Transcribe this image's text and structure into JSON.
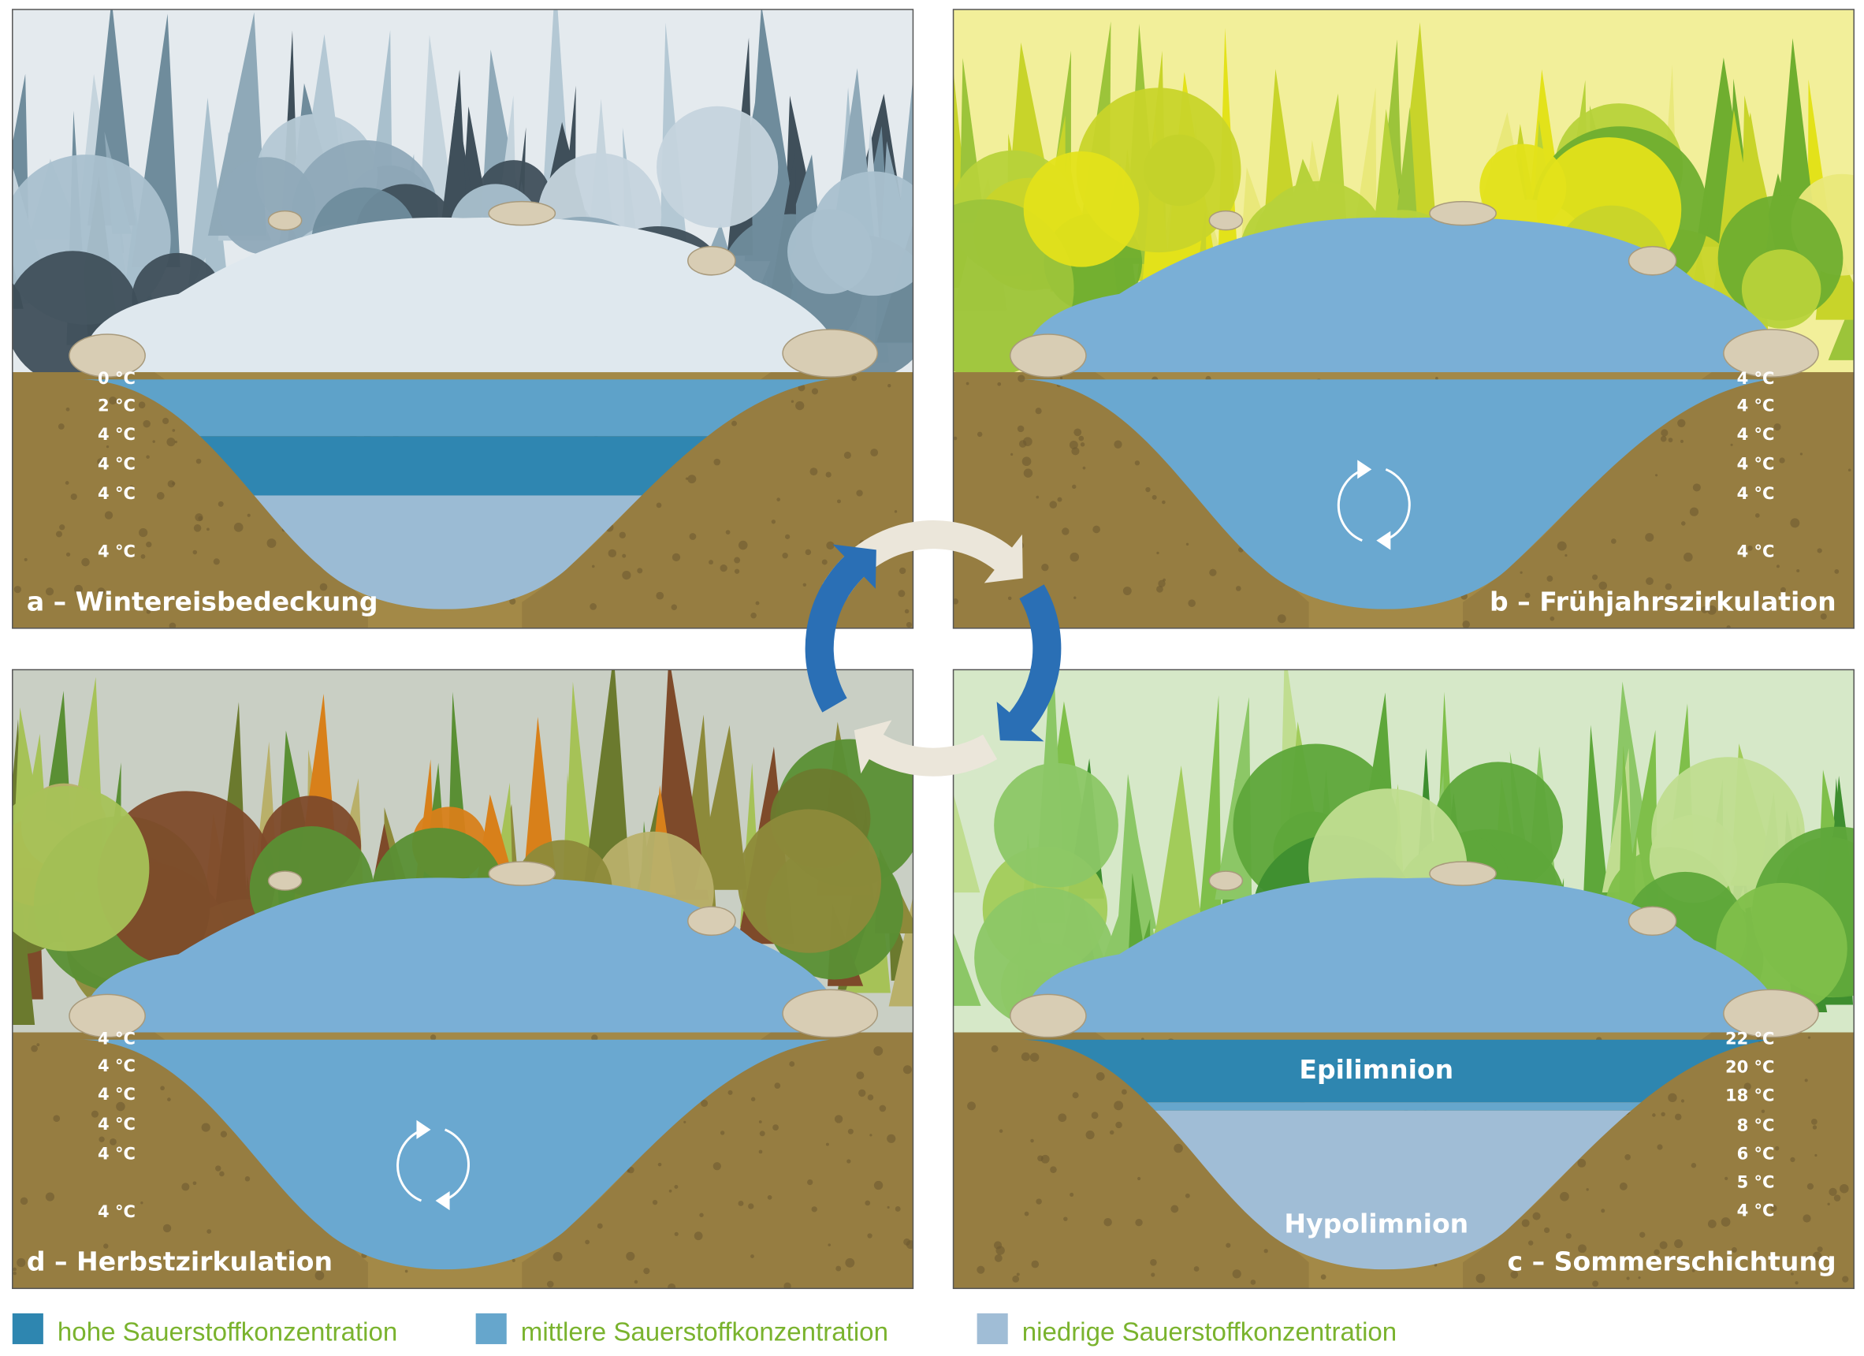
{
  "panels": [
    {
      "id": "a",
      "title": "a – Wintereisbedeckung",
      "temps": [
        "0 °C",
        "2 °C",
        "4 °C",
        "4 °C",
        "4 °C",
        "4 °C"
      ],
      "season": "winter",
      "circulation": false,
      "layers": {}
    },
    {
      "id": "b",
      "title": "b – Frühjahrszirkulation",
      "temps": [
        "4 °C",
        "4 °C",
        "4 °C",
        "4 °C",
        "4 °C",
        "4 °C"
      ],
      "season": "spring",
      "circulation": true,
      "layers": {}
    },
    {
      "id": "c",
      "title": "c – Sommerschichtung",
      "temps": [
        "22 °C",
        "20 °C",
        "18 °C",
        "8 °C",
        "6 °C",
        "5 °C",
        "4 °C"
      ],
      "season": "summer",
      "circulation": false,
      "layers": {
        "upper": "Epilimnion",
        "lower": "Hypolimnion"
      }
    },
    {
      "id": "d",
      "title": "d – Herbstzirkulation",
      "temps": [
        "4 °C",
        "4 °C",
        "4 °C",
        "4 °C",
        "4 °C",
        "4 °C"
      ],
      "season": "autumn",
      "circulation": true,
      "layers": {}
    }
  ],
  "legend": [
    {
      "label": "hohe Sauerstoffkonzentration",
      "color": "#2e86b0"
    },
    {
      "label": "mittlere Sauerstoffkonzentration",
      "color": "#66a6cc"
    },
    {
      "label": "niedrige Sauerstoffkonzentration",
      "color": "#a0bdd6"
    }
  ],
  "colors": {
    "soil": "#a38947",
    "soil_dark": "#8d733d",
    "cycle_blue": "#2a6fb5",
    "cycle_light": "#ebe6da"
  }
}
